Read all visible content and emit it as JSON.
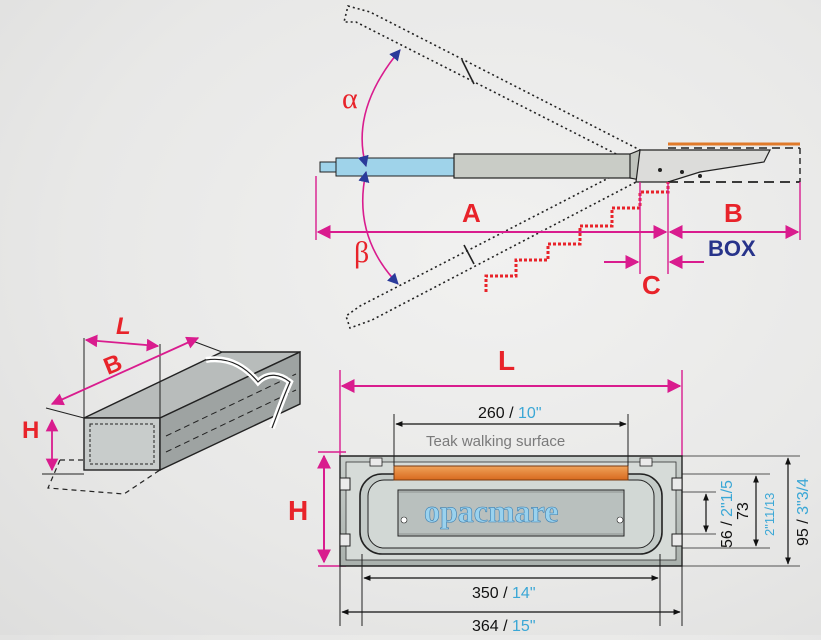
{
  "top_diagram": {
    "alpha": "α",
    "beta": "β",
    "label_a": "A",
    "label_b": "B",
    "label_c": "C",
    "label_box": "BOX"
  },
  "box_sketch": {
    "label_l": "L",
    "label_b": "B",
    "label_h": "H"
  },
  "section": {
    "label_l": "L",
    "label_h": "H",
    "teak_caption": "Teak walking surface",
    "brand": "opacmare",
    "dim_260": "260 / ",
    "dim_260_in": "10\"",
    "dim_350": "350 / ",
    "dim_350_in": "14\"",
    "dim_364": "364 / ",
    "dim_364_in": "15\"",
    "dim_56": "56 / ",
    "dim_56_in": "2\"1/5",
    "dim_73": "73",
    "dim_73_in": "2\"11/13",
    "dim_95": "95 / ",
    "dim_95_in": "3\"3/4"
  },
  "colors": {
    "red": "#e8232a",
    "magenta": "#d91c8e",
    "navy": "#27338a",
    "cyan": "#3aa7d6",
    "teak": "#e07a2a"
  }
}
